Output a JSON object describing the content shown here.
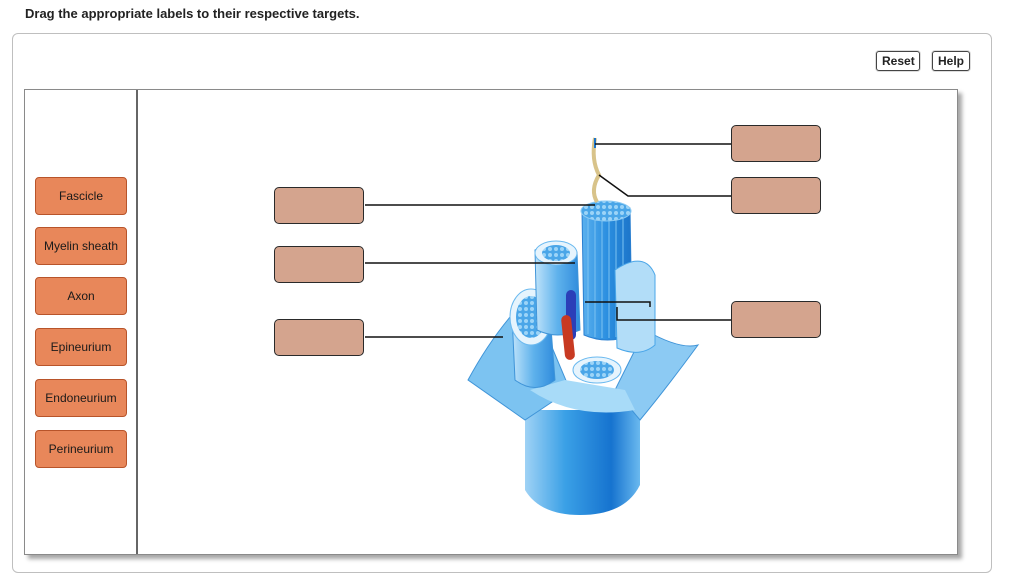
{
  "instruction": "Drag the appropriate labels to their respective targets.",
  "toolbar": {
    "reset_label": "Reset",
    "help_label": "Help"
  },
  "labels": [
    {
      "text": "Fascicle"
    },
    {
      "text": "Myelin sheath"
    },
    {
      "text": "Axon"
    },
    {
      "text": "Epineurium"
    },
    {
      "text": "Endoneurium"
    },
    {
      "text": "Perineurium"
    }
  ],
  "colors": {
    "label_fill": "#e8875a",
    "target_fill": "#d4a48e",
    "nerve_blue": "#3a9be0",
    "vein_blue": "#2b3fb8",
    "artery_red": "#c83a22"
  }
}
